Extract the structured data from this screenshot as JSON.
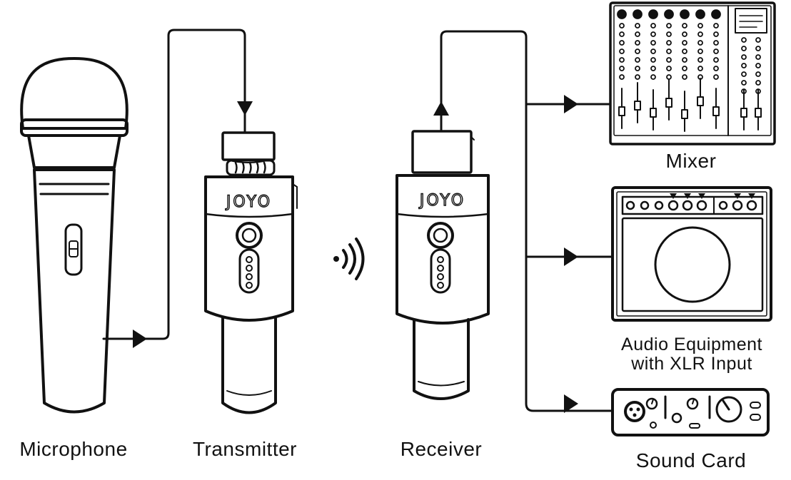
{
  "brand_text": "JOYO",
  "labels": {
    "microphone": "Microphone",
    "transmitter": "Transmitter",
    "receiver": "Receiver",
    "mixer": "Mixer",
    "audio_equipment_line1": "Audio Equipment",
    "audio_equipment_line2": "with XLR Input",
    "sound_card": "Sound Card"
  },
  "colors": {
    "ink": "#111111",
    "background": "#ffffff"
  },
  "icons": [
    "wireless-signal-icon"
  ]
}
